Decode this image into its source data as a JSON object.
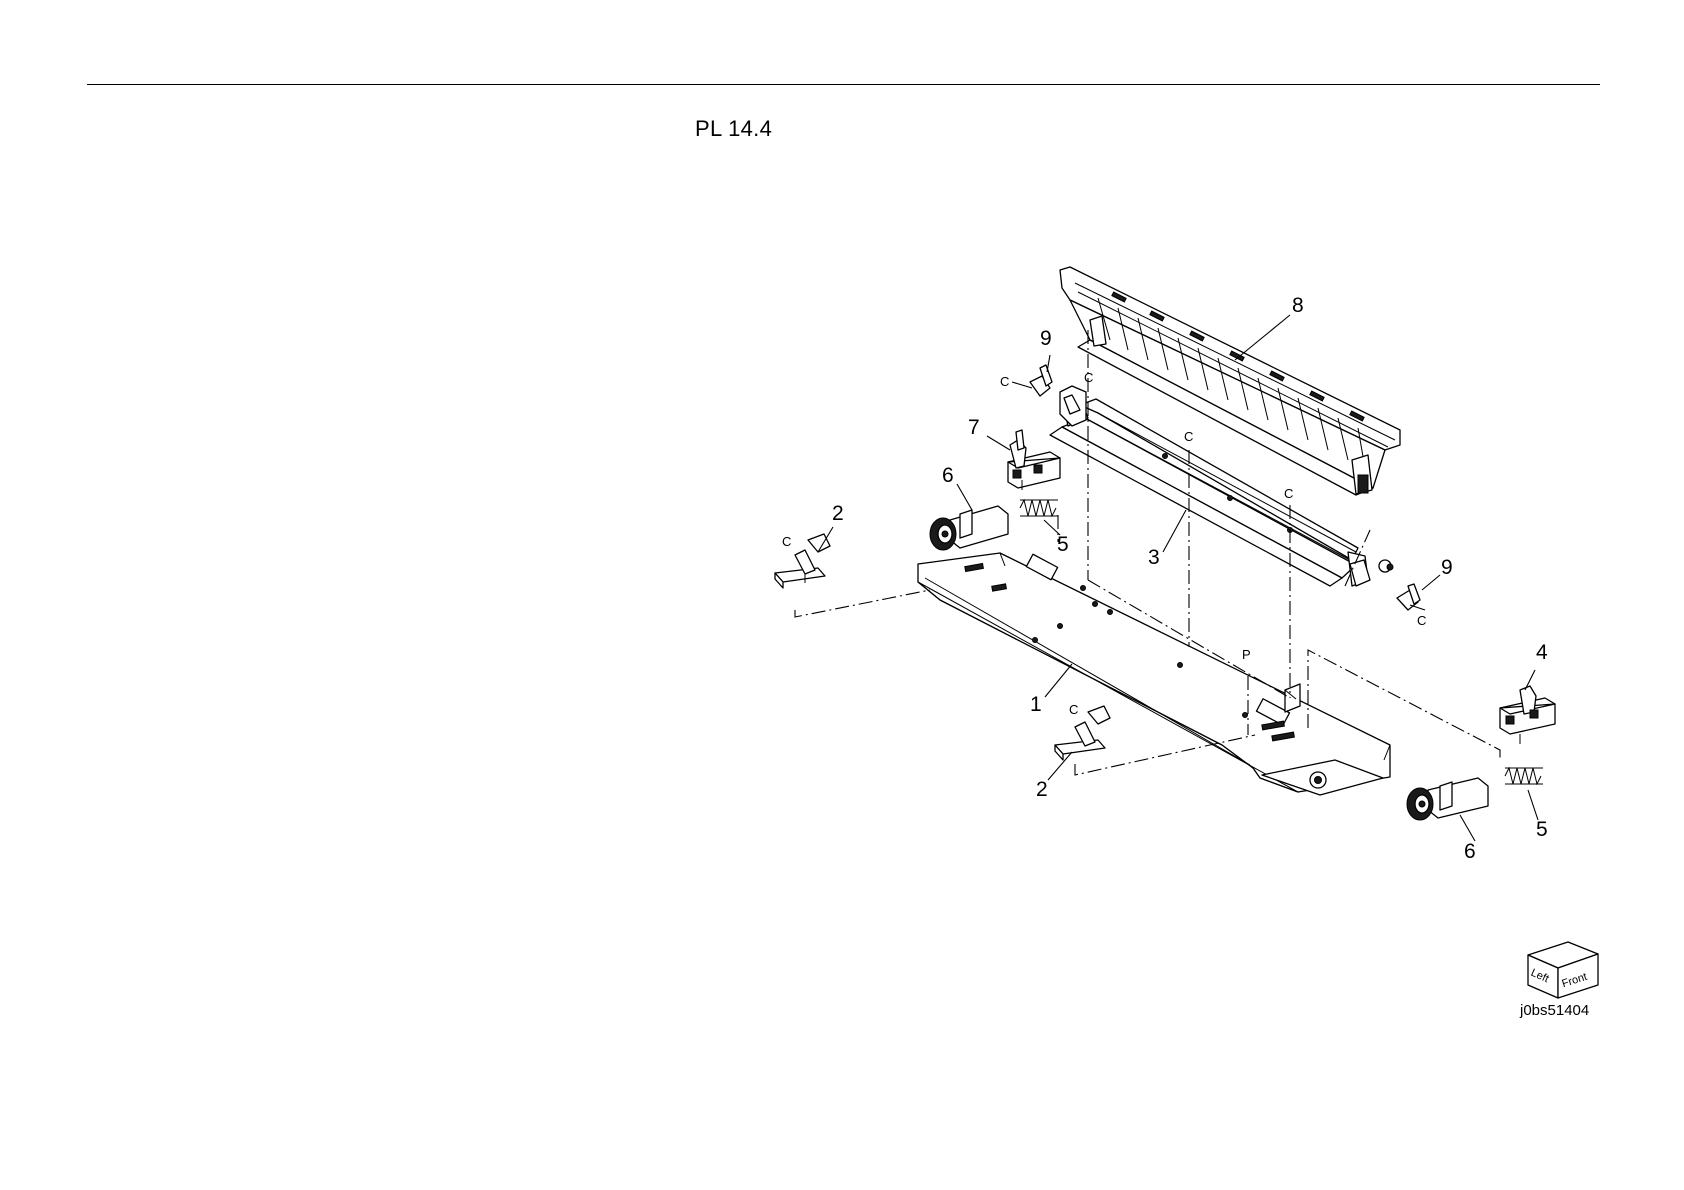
{
  "header": {
    "plate_ref": "PL 14.4"
  },
  "callouts": [
    {
      "id": "c1",
      "label": "1"
    },
    {
      "id": "c2a",
      "label": "2"
    },
    {
      "id": "c2b",
      "label": "2"
    },
    {
      "id": "c3",
      "label": "3"
    },
    {
      "id": "c4",
      "label": "4"
    },
    {
      "id": "c5a",
      "label": "5"
    },
    {
      "id": "c5b",
      "label": "5"
    },
    {
      "id": "c6a",
      "label": "6"
    },
    {
      "id": "c6b",
      "label": "6"
    },
    {
      "id": "c7",
      "label": "7"
    },
    {
      "id": "c8",
      "label": "8"
    },
    {
      "id": "c9a",
      "label": "9"
    },
    {
      "id": "c9b",
      "label": "9"
    }
  ],
  "markers": {
    "c": "C",
    "p": "P"
  },
  "orientation_cube": {
    "left_face": "Left",
    "front_face": "Front"
  },
  "figure_code": "j0bs51404"
}
